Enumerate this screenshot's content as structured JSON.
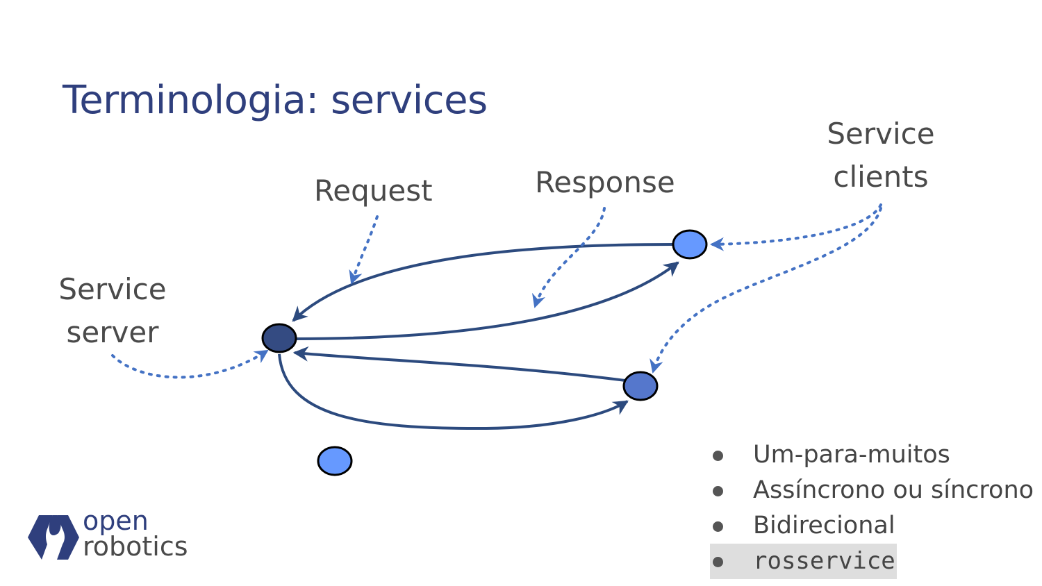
{
  "slide": {
    "title": "Terminologia: services"
  },
  "labels": {
    "request": "Request",
    "response": "Response",
    "service_clients_line1": "Service",
    "service_clients_line2": "clients",
    "service_server_line1": "Service",
    "service_server_line2": "server"
  },
  "bullets": [
    {
      "text": "Um-para-muitos"
    },
    {
      "text": "Assíncrono ou síncrono"
    },
    {
      "text": "Bidirecional"
    },
    {
      "text": "rosservice"
    }
  ],
  "logo": {
    "line1": "open",
    "line2": "robotics"
  },
  "colors": {
    "title": "#2f3f7d",
    "server_node": "#344b82",
    "client_node": "#6699ff",
    "client_node_mid": "#5577cc",
    "edge": "#2c4a7e",
    "dotted_pointer": "#4472c4"
  }
}
